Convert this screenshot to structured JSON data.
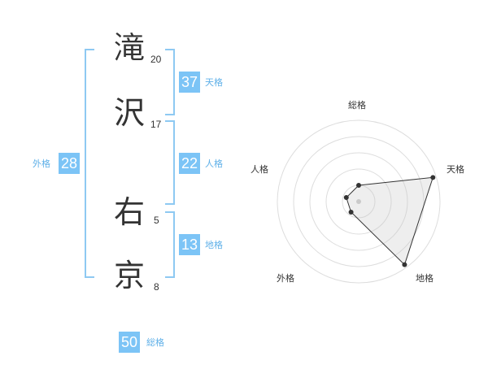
{
  "name": {
    "chars": [
      {
        "char": "滝",
        "strokes": "20"
      },
      {
        "char": "沢",
        "strokes": "17"
      },
      {
        "char": "右",
        "strokes": "5"
      },
      {
        "char": "京",
        "strokes": "8"
      }
    ]
  },
  "fortunes": {
    "tenkaku": {
      "value": "37",
      "label": "天格"
    },
    "jinkaku": {
      "value": "22",
      "label": "人格"
    },
    "chikaku": {
      "value": "13",
      "label": "地格"
    },
    "gaikaku": {
      "value": "28",
      "label": "外格"
    },
    "soukaku": {
      "value": "50",
      "label": "総格"
    }
  },
  "colors": {
    "accent": "#7cc4f6",
    "bracket": "#8ec9f2",
    "accent_text": "#5fb0e8",
    "text": "#333333"
  },
  "chart_data": {
    "type": "radar",
    "axes": [
      "総格",
      "天格",
      "地格",
      "外格",
      "人格"
    ],
    "values": [
      1.0,
      4.8,
      4.8,
      0.8,
      0.8
    ],
    "rmax": 5,
    "rings": 5,
    "grid": true
  }
}
